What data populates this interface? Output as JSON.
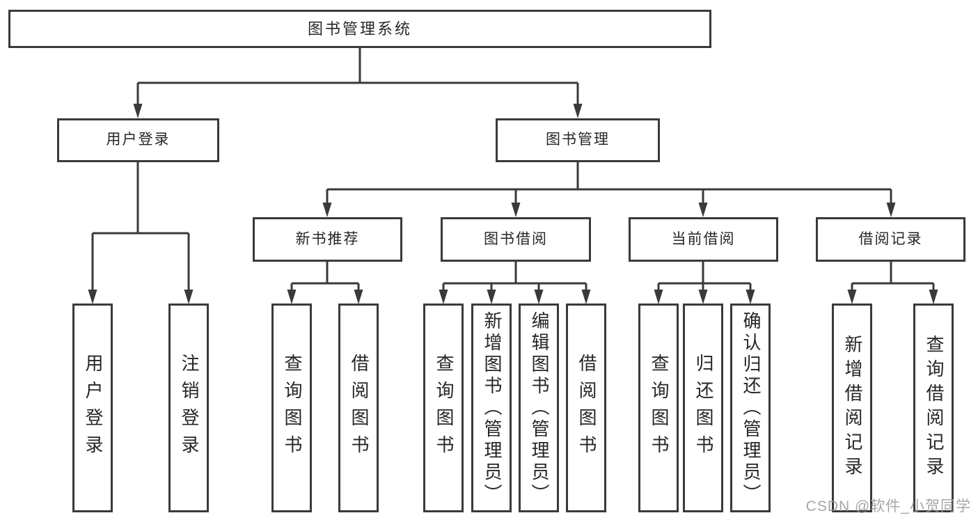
{
  "diagram_title": "图书管理系统",
  "tree": {
    "label": "图书管理系统",
    "children": [
      {
        "label": "用户登录",
        "children": [
          {
            "label": "用户登录"
          },
          {
            "label": "注销登录"
          }
        ]
      },
      {
        "label": "图书管理",
        "children": [
          {
            "label": "新书推荐",
            "children": [
              {
                "label": "查询图书"
              },
              {
                "label": "借阅图书"
              }
            ]
          },
          {
            "label": "图书借阅",
            "children": [
              {
                "label": "查询图书"
              },
              {
                "label": "新增图书（管理员）"
              },
              {
                "label": "编辑图书（管理员）"
              },
              {
                "label": "借阅图书"
              }
            ]
          },
          {
            "label": "当前借阅",
            "children": [
              {
                "label": "查询图书"
              },
              {
                "label": "归还图书"
              },
              {
                "label": "确认归还（管理员）"
              }
            ]
          },
          {
            "label": "借阅记录",
            "children": [
              {
                "label": "新增借阅记录"
              },
              {
                "label": "查询借阅记录"
              }
            ]
          }
        ]
      }
    ]
  },
  "watermark": {
    "text": "CSDN @软件_小贺同学"
  },
  "colors": {
    "background": "#ffffff",
    "line": "#3a3a3a",
    "box_border": "#3a3a3a",
    "box_fill": "#ffffff",
    "text": "#262626",
    "watermark": "#9e9e9e"
  }
}
